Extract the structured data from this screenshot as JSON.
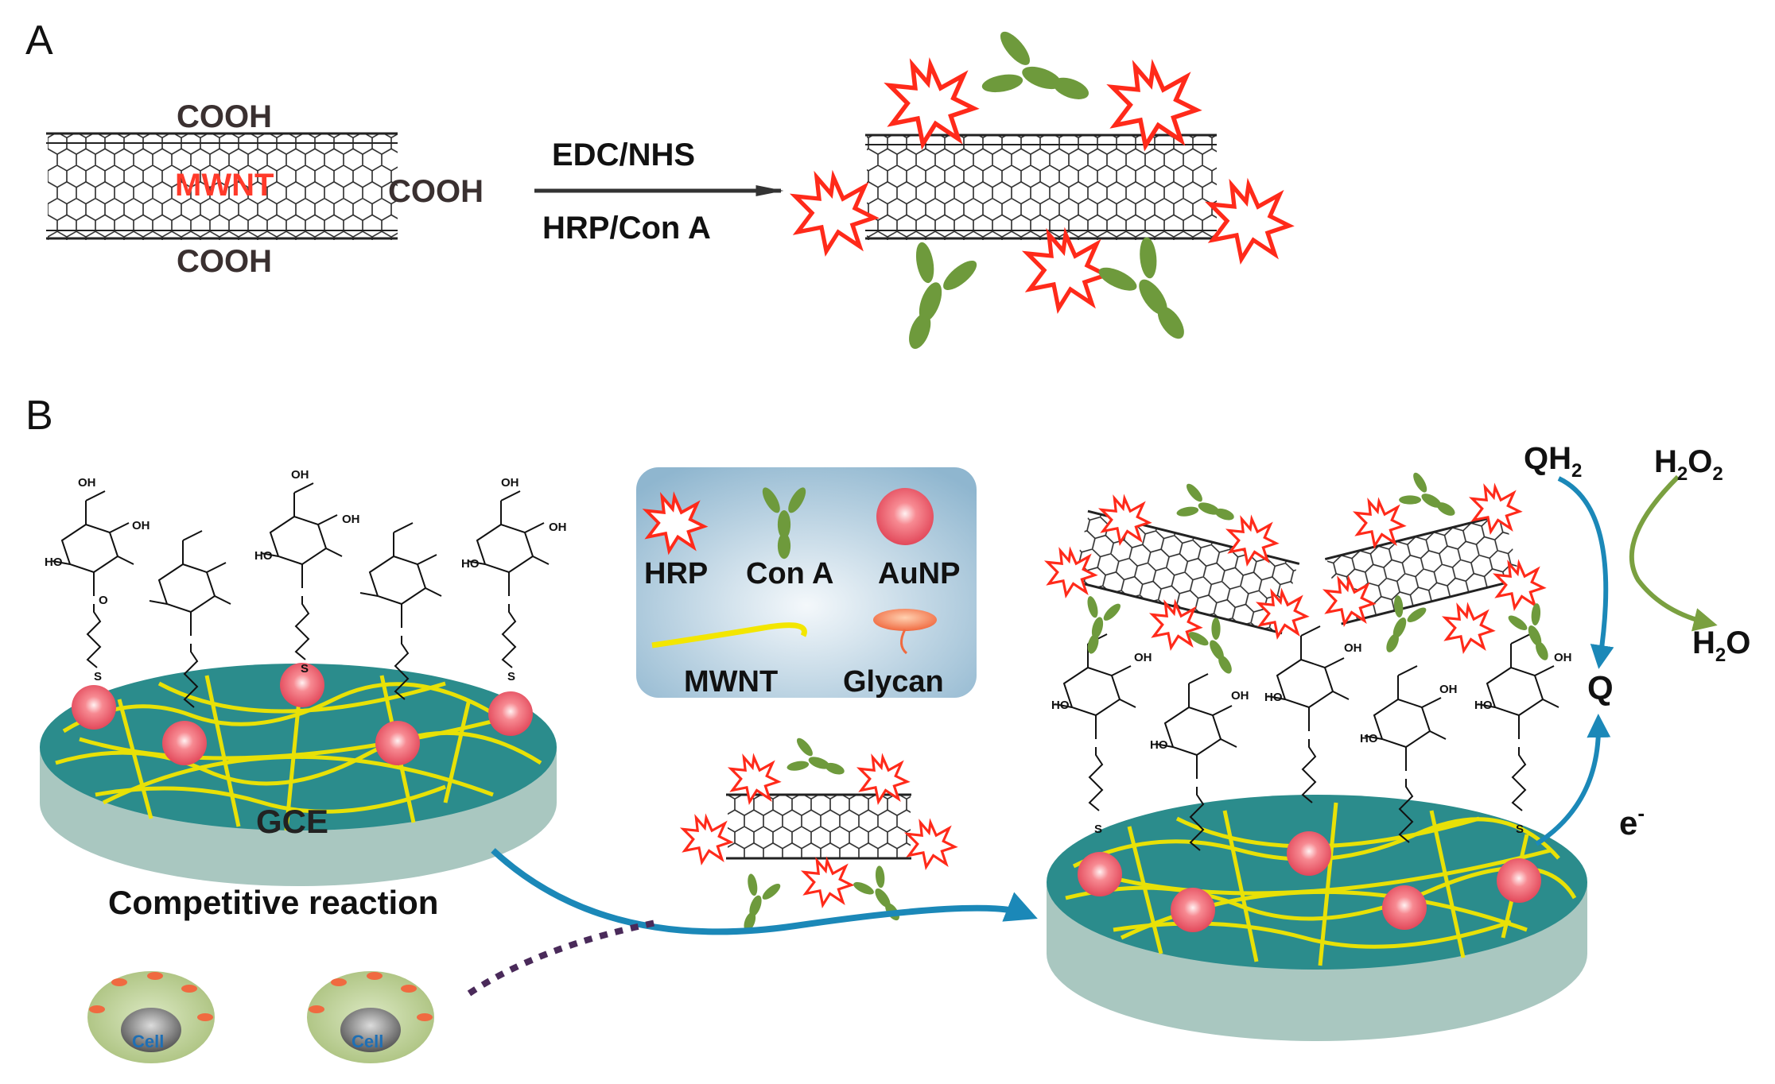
{
  "panel_a": {
    "label": "A",
    "tube_label": "MWNT",
    "group_top": "COOH",
    "group_right": "COOH",
    "group_bottom": "COOH",
    "reagent_top": "EDC/NHS",
    "reagent_bottom": "HRP/Con A"
  },
  "panel_b": {
    "label": "B",
    "electrode_label": "GCE",
    "competitive_label": "Competitive reaction",
    "cell_label": "Cell",
    "legend": {
      "hrp": "HRP",
      "cona": "Con A",
      "aunp": "AuNP",
      "mwnt": "MWNT",
      "glycan": "Glycan"
    },
    "redox": {
      "qh2": "QH",
      "qh2_sub": "2",
      "h2o2_h": "H",
      "h2o2_sub1": "2",
      "h2o2_o": "O",
      "h2o2_sub2": "2",
      "h2o": "H",
      "h2o_sub": "2",
      "h2o_o": "O",
      "q": "Q",
      "electron": "e",
      "electron_sup": "-"
    },
    "sugar_labels": {
      "oh": "OH",
      "ho": "HO",
      "o": "O",
      "s": "S"
    }
  },
  "colors": {
    "hrp_red": "#ff2a1a",
    "cona_green": "#6e9a3c",
    "aunp": "#f06070",
    "wire_yellow": "#f3e600",
    "electrode_top": "#2b8c8c",
    "electrode_side": "#a9c7c0",
    "arrow_blue": "#1b88b8",
    "arrow_green": "#7aa040",
    "dotted_purple": "#4a2a5a",
    "legend_bg": "#bcd4e4",
    "cell_green": "#b8cc8e",
    "cell_label_blue": "#1e6fb5"
  }
}
